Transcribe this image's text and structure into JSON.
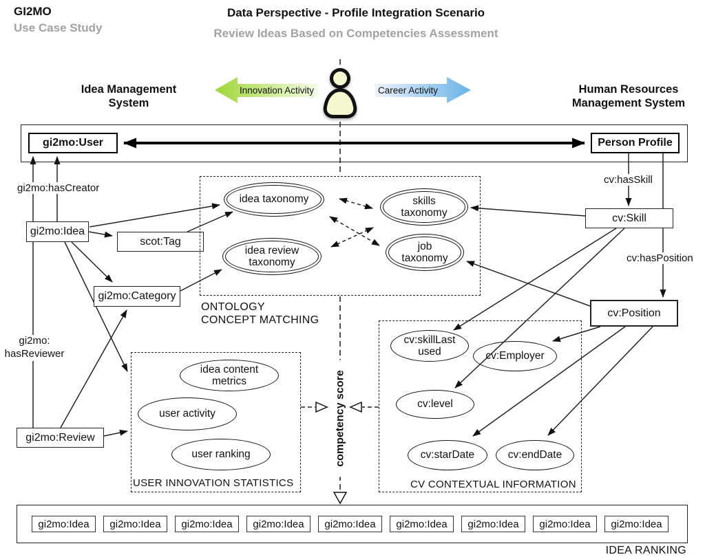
{
  "header": {
    "logo_title": "GI2MO",
    "logo_subtitle": "Use Case Study",
    "title": "Data Perspective - Profile Integration Scenario",
    "subtitle": "Review Ideas Based on Competencies Assessment"
  },
  "systems": {
    "left": "Idea Management System",
    "right": "Human Resources Management System"
  },
  "activities": {
    "innovation_label": "Innovation Activity",
    "career_label": "Career Activity",
    "green_head": "#9fd636",
    "green_tail": "#f5fce8",
    "blue_head": "#68b3e8",
    "blue_tail": "#eef2fb"
  },
  "nodes": {
    "user": "gi2mo:User",
    "person_profile": "Person Profile",
    "idea": "gi2mo:Idea",
    "tag": "scot:Tag",
    "category": "gi2mo:Category",
    "review": "gi2mo:Review",
    "skill": "cv:Skill",
    "position": "cv:Position"
  },
  "edge_labels": {
    "has_creator": "gi2mo:hasCreator",
    "has_reviewer": "gi2mo: hasReviewer",
    "has_skill": "cv:hasSkill",
    "has_position": "cv:hasPosition",
    "competency_score": "competency score"
  },
  "ontology": {
    "label_line1": "ONTOLOGY",
    "label_line2": "CONCEPT MATCHING",
    "ellipses": [
      "idea taxonomy",
      "skills taxonomy",
      "idea review taxonomy",
      "job taxonomy"
    ]
  },
  "user_stats": {
    "label": "USER INNOVATION STATISTICS",
    "ellipses": [
      "idea content metrics",
      "user activity",
      "user ranking"
    ]
  },
  "cv_info": {
    "label": "CV CONTEXTUAL INFORMATION",
    "ellipses": [
      "cv:skillLast used",
      "cv:Employer",
      "cv:level",
      "cv:starDate",
      "cv:endDate"
    ]
  },
  "idea_ranking": {
    "label": "IDEA RANKING",
    "items": [
      "gi2mo:Idea",
      "gi2mo:Idea",
      "gi2mo:Idea",
      "gi2mo:Idea",
      "gi2mo:Idea",
      "gi2mo:Idea",
      "gi2mo:Idea",
      "gi2mo:Idea",
      "gi2mo:Idea"
    ]
  }
}
